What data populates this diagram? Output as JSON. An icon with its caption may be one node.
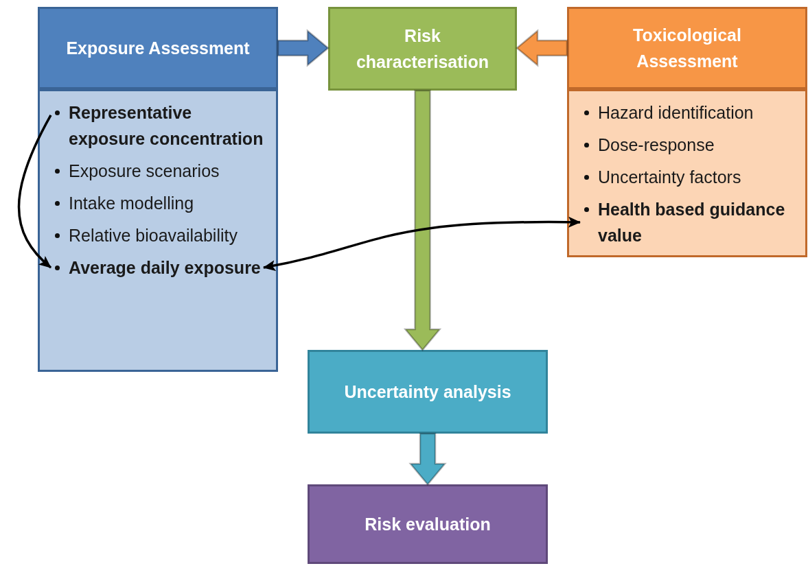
{
  "diagram": {
    "nodes": [
      {
        "text": [
          "Exposure Assessment"
        ]
      },
      {
        "text": [],
        "shape": "box"
      },
      {
        "text": [
          "**Representative exposure concentration**"
        ],
        "in": 1
      },
      {
        "text": [
          "Exposure scenarios"
        ],
        "in": 1
      },
      {
        "text": [
          "Intake modelling"
        ],
        "in": 1
      },
      {
        "text": [
          "Relative bioavailability"
        ],
        "in": 1
      },
      {
        "text": [
          "**Average daily exposure**"
        ],
        "in": 1
      },
      {
        "text": [
          "Risk characterisation"
        ]
      },
      {
        "text": [
          "Toxicological Assessment"
        ]
      },
      {
        "text": [],
        "shape": "box"
      },
      {
        "text": [
          "Hazard identification"
        ],
        "in": 9
      },
      {
        "text": [
          "Dose-response"
        ],
        "in": 9
      },
      {
        "text": [
          "Uncertainty factors"
        ],
        "in": 9
      },
      {
        "text": [
          "**Health based guidance value**"
        ],
        "in": 9
      },
      {
        "text": [
          "Uncertainty analysis"
        ]
      },
      {
        "text": [
          "Risk evaluation"
        ]
      }
    ],
    "edges": [
      {
        "from": 0,
        "to": 7,
        "arrow": "to",
        "style": "thick",
        "color": "#4f81bd"
      },
      {
        "from": 8,
        "to": 7,
        "arrow": "to",
        "style": "thick",
        "color": "#f79646"
      },
      {
        "from": 7,
        "to": 14,
        "arrow": "to",
        "style": "thick",
        "color": "#9bbb59"
      },
      {
        "from": 14,
        "to": 15,
        "arrow": "to",
        "style": "thick",
        "color": "#4bacc6"
      },
      {
        "from": 2,
        "to": 6,
        "arrow": "to"
      },
      {
        "from": 6,
        "to": 13,
        "arrow": "both"
      }
    ]
  }
}
